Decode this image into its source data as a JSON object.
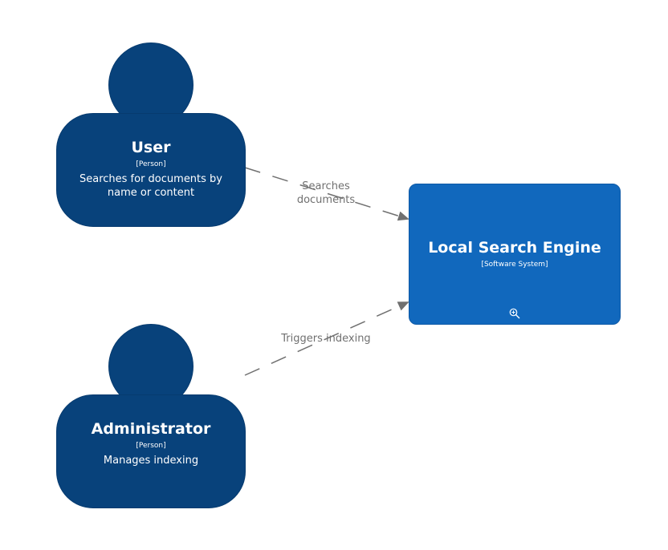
{
  "colors": {
    "person_fill": "#08427b",
    "system_fill": "#1168bd",
    "edge_color": "#707070",
    "text_on_shape": "#ffffff"
  },
  "elements": {
    "user": {
      "name": "User",
      "stereotype": "[Person]",
      "description": "Searches for documents by name or content"
    },
    "administrator": {
      "name": "Administrator",
      "stereotype": "[Person]",
      "description": "Manages indexing"
    },
    "local_search_engine": {
      "name": "Local Search Engine",
      "stereotype": "[Software System]",
      "icon": "zoom-in-icon"
    }
  },
  "relationships": {
    "user_to_engine": {
      "label": "Searches documents"
    },
    "admin_to_engine": {
      "label": "Triggers indexing"
    }
  }
}
